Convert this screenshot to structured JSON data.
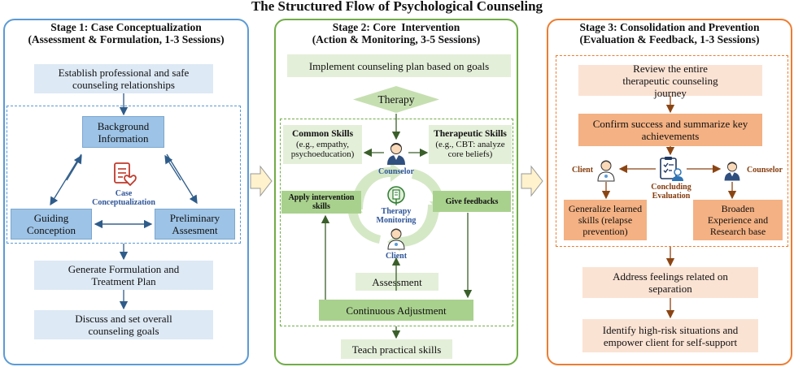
{
  "title": "The Structured Flow of Psychological Counseling",
  "stage1": {
    "heading_line1": "Stage 1: Case Conceptualization",
    "heading_line2": "(Assessment & Formulation, 1-3 Sessions)",
    "relationship": "Establish professional and safe counseling relationships",
    "background": "Background Information",
    "case_label": "Case Conceptualization",
    "guiding": "Guiding Conception",
    "preliminary": "Preliminary Assesment",
    "formulation": "Generate Formulation and Treatment Plan",
    "goals": "Discuss and set overall counseling goals"
  },
  "stage2": {
    "heading_line1": "Stage 2: Core  Intervention",
    "heading_line2": "(Action & Monitoring, 3-5 Sessions)",
    "implement": "Implement counseling plan based on goals",
    "therapy": "Therapy",
    "common_title": "Common Skills",
    "common_body": "(e.g., empathy, psychoeducation)",
    "therapeutic_title": "Therapeutic Skills",
    "therapeutic_body": "(e.g., CBT: analyze core beliefs)",
    "counselor": "Counselor",
    "apply": "Apply intervention skills",
    "feedback": "Give feedbacks",
    "monitoring": "Therapy Monitoring",
    "client": "Client",
    "assessment": "Assessment",
    "adjustment": "Continuous Adjustment",
    "teach": "Teach practical skills"
  },
  "stage3": {
    "heading_line1": "Stage 3: Consolidation and Prevention",
    "heading_line2": "(Evaluation & Feedback, 1-3 Sessions)",
    "review": "Review the entire  therapeutic counseling  journey",
    "confirm": "Confirm success and summarize key achievements",
    "client": "Client",
    "counselor": "Counselor",
    "evaluation": "Concluding Evaluation",
    "generalize": "Generalize learned skills (relapse prevention)",
    "broaden": "Broaden Experience and Research base",
    "separation": "Address feelings related on separation",
    "highrisk": "Identify high-risk situations and empower client for self-support"
  },
  "colors": {
    "blue": "#5b9bd5",
    "green": "#70ad47",
    "orange": "#ed7d31"
  },
  "icons": [
    "case-conceptualization-icon",
    "counselor-icon",
    "client-icon",
    "therapy-monitoring-icon",
    "evaluation-icon",
    "stage-arrow-icon"
  ]
}
